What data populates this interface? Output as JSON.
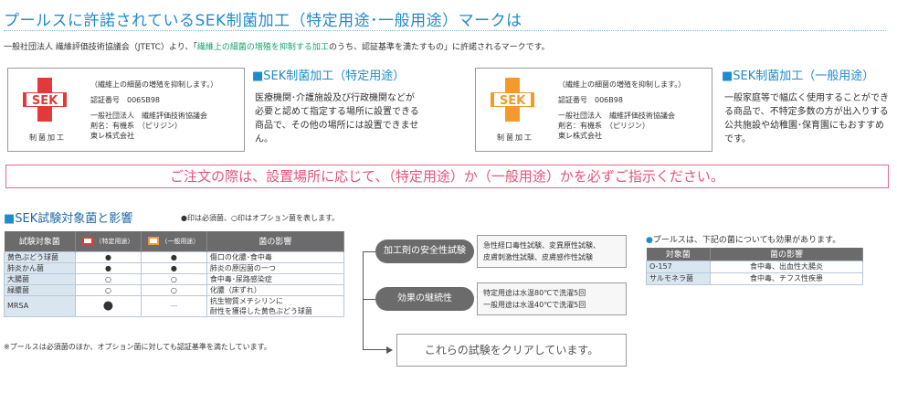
{
  "title": "プールスに許諾されているSEK制菌加工（特定用途･一般用途）マークは",
  "intro": {
    "before": "一般社団法人 繊維評価技術協議会（JTETC）より、「",
    "highlight": "繊維上の細菌の増殖を抑制する加工",
    "after": "のうち、認証基準を満たすもの」に許諾されるマークです。"
  },
  "logo_text": "SEK",
  "colors": {
    "specific": "#e23a3a",
    "general": "#f39a2b",
    "accent": "#1e8bcf",
    "notice": "#e4537c",
    "highlight": "#17a36a"
  },
  "mark_specific": {
    "caption": "制菌加工",
    "line1": "（繊維上の細菌の増殖を抑制します。）",
    "line2": "認証番号　006SB98",
    "line3": "一般社団法人　繊維評価技術協議会",
    "line4": "剤名：有機系　（ピリジン）",
    "line5": "東レ株式会社"
  },
  "mark_general": {
    "caption": "制菌加工",
    "line1": "（繊維上の細菌の増殖を抑制します。）",
    "line2": "認証番号　006B98",
    "line3": "一般社団法人　繊維評価技術協議会",
    "line4": "剤名：有機系　（ピリジン）",
    "line5": "東レ株式会社"
  },
  "specific_use": {
    "heading": "■SEK制菌加工（特定用途）",
    "body": "医療機関･介護施設及び行政機関などが必要と認めて指定する場所に設置できる商品で、その他の場所には設置できません。"
  },
  "general_use": {
    "heading": "■SEK制菌加工（一般用途）",
    "body": "一般家庭等で幅広く使用することができる商品で、不特定多数の方が出入りする公共施設や幼稚園･保育園にもおすすめです。"
  },
  "notice": "ご注文の際は、設置場所に応じて、（特定用途）か（一般用途）かを必ずご指示ください。",
  "test_section": {
    "title": "SEK試験対象菌と影響",
    "note": "●印は必須菌、○印はオプション菌を表します。",
    "headers": {
      "bacteria": "試験対象菌",
      "specific": "（特定用途）",
      "general": "（一般用途）",
      "effect": "菌の影響"
    },
    "rows": [
      {
        "name": "黄色ぶどう球菌",
        "specific": "●",
        "general": "●",
        "effect": "傷口の化膿･食中毒"
      },
      {
        "name": "肺炎かん菌",
        "specific": "●",
        "general": "●",
        "effect": "肺炎の原因菌の一つ"
      },
      {
        "name": "大腸菌",
        "specific": "○",
        "general": "○",
        "effect": "食中毒･尿路感染症"
      },
      {
        "name": "緑膿菌",
        "specific": "○",
        "general": "○",
        "effect": "化膿（床ずれ）"
      }
    ],
    "mrsa": {
      "name": "MRSA",
      "specific": "●",
      "general": "—",
      "effect1": "抗生物質メチシリンに",
      "effect2": "耐性を獲得した黄色ぶどう球菌"
    },
    "footnote": "※プールスは必須菌のほか、オプション菌に対しても認証基準を満たしています。"
  },
  "flow": {
    "safety": {
      "label": "加工剤の安全性試験",
      "line1": "急性経口毒性試験、変異原性試験、",
      "line2": "皮膚刺激性試験、皮膚感作性試験"
    },
    "durability": {
      "label": "効果の継続性",
      "line1": "特定用途は水温80℃で洗濯5回",
      "line2": "一般用途は水温40℃で洗濯5回"
    },
    "clear": "これらの試験をクリアしています。"
  },
  "other": {
    "note": "プールスは、下記の菌についても効果があります。",
    "headers": {
      "bacteria": "対象菌",
      "effect": "菌の影響"
    },
    "rows": [
      {
        "name": "O-157",
        "effect": "食中毒、出血性大腸炎"
      },
      {
        "name": "サルモネラ菌",
        "effect": "食中毒、チフス性疾患"
      }
    ]
  }
}
